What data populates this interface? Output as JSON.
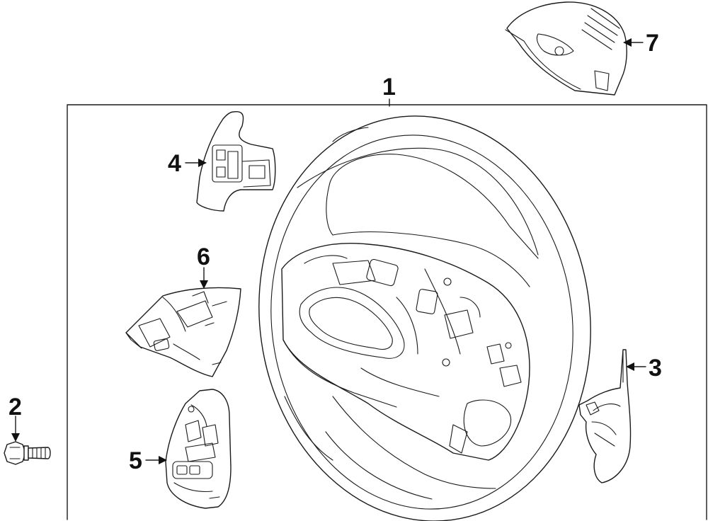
{
  "callouts": {
    "c1": "1",
    "c2": "2",
    "c3": "3",
    "c4": "4",
    "c5": "5",
    "c6": "6",
    "c7": "7"
  },
  "parts": [
    {
      "callout": "1",
      "icon": "steering-wheel"
    },
    {
      "callout": "2",
      "icon": "bolt"
    },
    {
      "callout": "3",
      "icon": "paddle-shifter-right"
    },
    {
      "callout": "4",
      "icon": "paddle-shifter-left"
    },
    {
      "callout": "5",
      "icon": "switch-panel-left-lower"
    },
    {
      "callout": "6",
      "icon": "switch-panel-left-upper"
    },
    {
      "callout": "7",
      "icon": "airbag-module-cover"
    }
  ]
}
